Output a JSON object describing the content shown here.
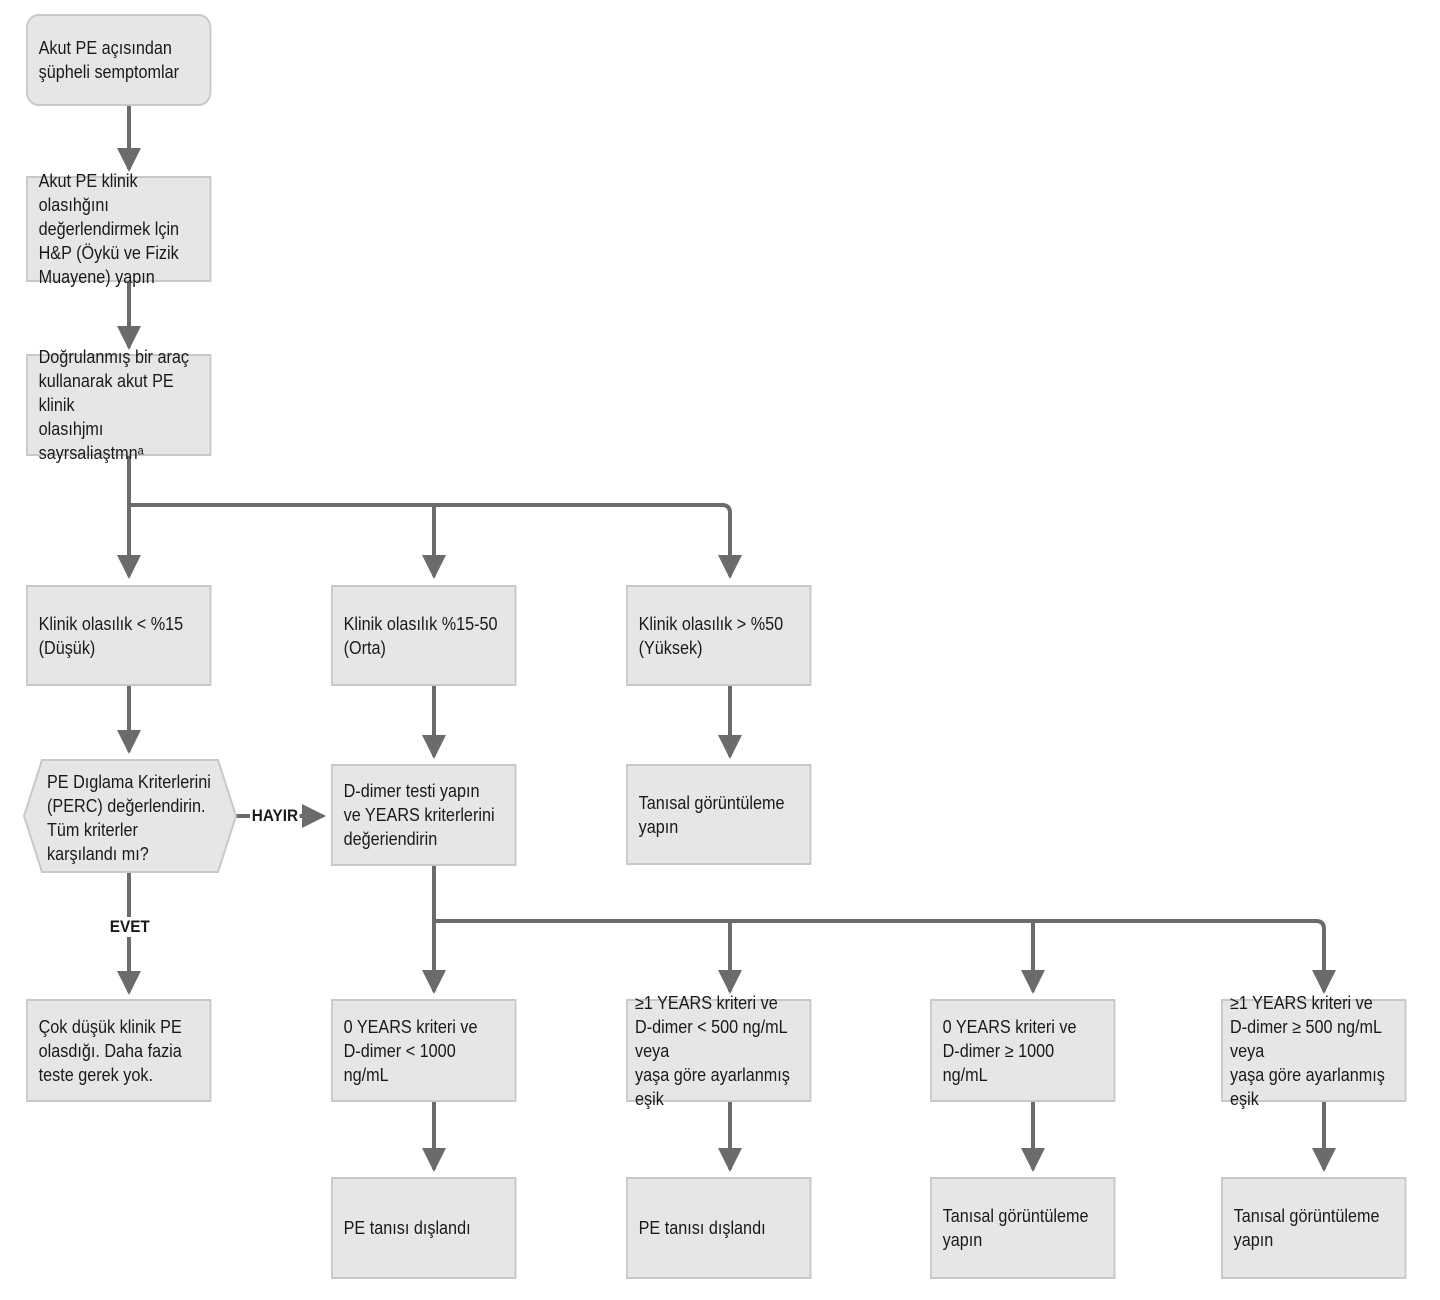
{
  "colors": {
    "node_fill": "#e6e6e6",
    "node_border": "#c8c8c8",
    "connector": "#6b6b6b",
    "text": "#1a1a1a"
  },
  "nodes": {
    "start": "Akut PE açısından\nşüpheli semptomlar",
    "history_exam": "Akut PE klinik olasıhğını\ndeğerlendirmek lçin\nH&P (Öykü ve Fizik\nMuayene) yapın",
    "quantify": "Doğrulanmış bir araç\nkullanarak akut PE klinik\nolasıhjmı sayrsaliaştmnᵃ",
    "low": "Klinik olasılık < %15\n(Düşük)",
    "moderate": "Klinik olasılık %15-50\n(Orta)",
    "high": "Klinik olasılık > %50\n(Yüksek)",
    "perc": "PE Dıglama Kriterlerini\n(PERC) değerlendirin.\nTüm kriterler\nkarşılandı mı?",
    "ddimer": "D-dimer testi yapın\nve YEARS kriterlerini\ndeğeriendirin",
    "high_imaging": "Tanısal görüntüleme\nyapın",
    "very_low": "Çok düşük klinik PE\nolasdığı. Daha fazia\nteste gerek yok.",
    "years0_lt1000": "0 YEARS kriteri ve\nD-dimer < 1000 ng/mL",
    "years1_lt500": "≥1 YEARS kriteri ve\nD-dimer < 500 ng/mL veya\nyaşa göre ayarlanmış eşik",
    "years0_ge1000": "0 YEARS kriteri ve\nD-dimer ≥ 1000 ng/mL",
    "years1_ge500": "≥1 YEARS kriteri ve\nD-dimer ≥ 500 ng/mL veya\nyaşa göre ayarlanmış eşik",
    "excluded_1": "PE tanısı dışlandı",
    "excluded_2": "PE tanısı dışlandı",
    "imaging_1": "Tanısal görüntüleme\nyapın",
    "imaging_2": "Tanısal görüntüleme\nyapın"
  },
  "edge_labels": {
    "no": "HAYIR",
    "yes": "EVET"
  }
}
